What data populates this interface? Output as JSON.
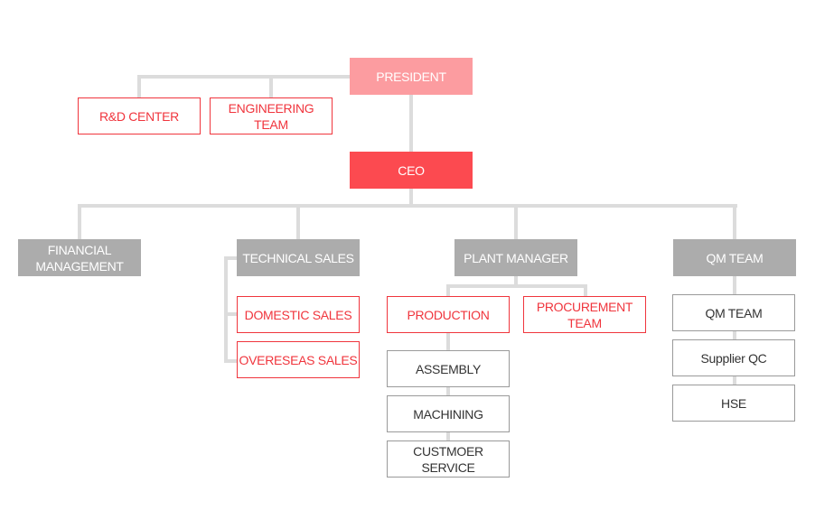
{
  "top": {
    "president": "PRESIDENT",
    "rd_center": "R&D CENTER",
    "engineering": "ENGINEERING TEAM",
    "ceo": "CEO"
  },
  "departments": {
    "financial": "FINANCIAL MANAGEMENT",
    "technical_sales": "TECHNICAL SALES",
    "plant_manager": "PLANT MANAGER",
    "qm_team": "QM TEAM"
  },
  "technical_sales_units": [
    "DOMESTIC SALES",
    "OVERESEAS SALES"
  ],
  "plant_units": {
    "production": "PRODUCTION",
    "procurement": "PROCUREMENT TEAM",
    "production_units": [
      "ASSEMBLY",
      "MACHINING",
      "CUSTMOER SERVICE"
    ]
  },
  "qm_units": [
    "QM TEAM",
    "Supplier QC",
    "HSE"
  ],
  "colors": {
    "president": "#fc9ca0",
    "ceo": "#fc4a50",
    "department": "#acacac",
    "outline_red": "#f0353d",
    "connector": "#dcdcdc"
  }
}
